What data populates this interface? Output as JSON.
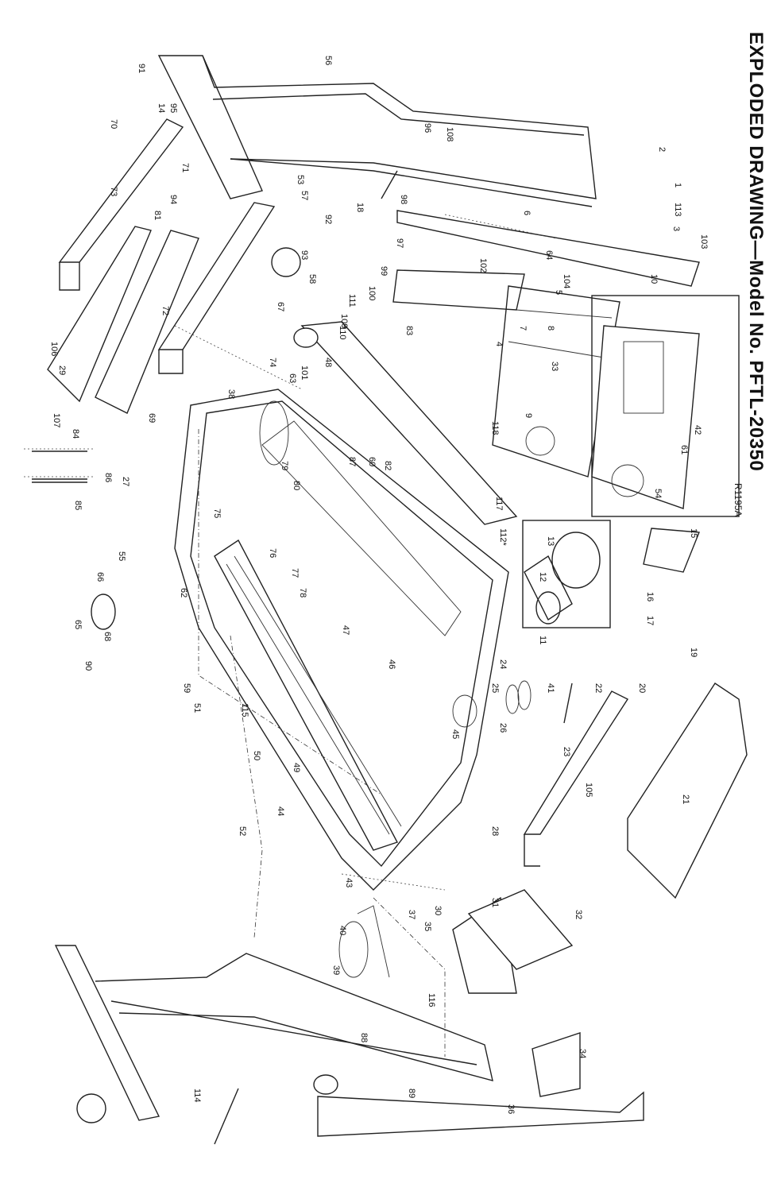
{
  "title": "EXPLODED DRAWING—Model No. PFTL-20350",
  "drawing_code": "R1195A",
  "part_callouts": [
    "1",
    "2",
    "3",
    "4",
    "5",
    "6",
    "7",
    "8",
    "9",
    "10",
    "11",
    "12",
    "13",
    "14",
    "15",
    "16",
    "17",
    "18",
    "19",
    "20",
    "21",
    "22",
    "23",
    "24",
    "25",
    "26",
    "27",
    "28",
    "29",
    "30",
    "31",
    "32",
    "33",
    "34",
    "35",
    "36",
    "37",
    "38",
    "39",
    "40",
    "41",
    "42",
    "43",
    "44",
    "45",
    "46",
    "47",
    "48",
    "49",
    "50",
    "51",
    "52",
    "53",
    "54",
    "55",
    "56",
    "57",
    "58",
    "59",
    "60",
    "61",
    "62",
    "63",
    "64",
    "65",
    "66",
    "67",
    "68",
    "69",
    "70",
    "71",
    "72",
    "73",
    "74",
    "75",
    "76",
    "77",
    "78",
    "79",
    "80",
    "81",
    "82",
    "83",
    "84",
    "85",
    "86",
    "87",
    "88",
    "89",
    "90",
    "91",
    "92",
    "93",
    "94",
    "95",
    "96",
    "97",
    "98",
    "99",
    "100",
    "101",
    "102",
    "103",
    "104",
    "105",
    "106",
    "107",
    "108",
    "109",
    "110",
    "111",
    "112*",
    "113",
    "114",
    "115",
    "116",
    "117",
    "118"
  ]
}
